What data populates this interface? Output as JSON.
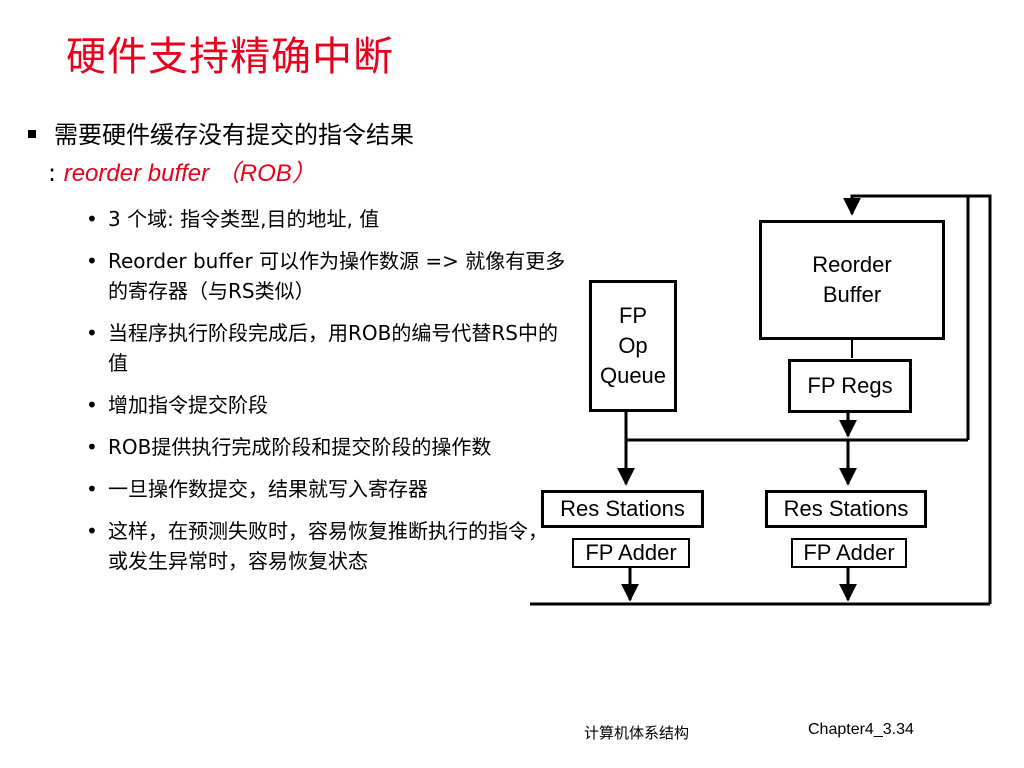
{
  "title": "硬件支持精确中断",
  "main_bullet": {
    "line1": "需要硬件缓存没有提交的指令结果",
    "colon": ": ",
    "rob_term": "reorder buffer （ROB）"
  },
  "sub_bullets": [
    "3 个域: 指令类型,目的地址, 值",
    "Reorder buffer 可以作为操作数源 => 就像有更多的寄存器（与RS类似）",
    "当程序执行阶段完成后，用ROB的编号代替RS中的值",
    "增加指令提交阶段",
    "ROB提供执行完成阶段和提交阶段的操作数",
    "一旦操作数提交，结果就写入寄存器",
    "这样，在预测失败时，容易恢复推断执行的指令，或发生异常时，容易恢复状态"
  ],
  "diagram": {
    "fp_op_queue": [
      "FP",
      "Op",
      "Queue"
    ],
    "reorder_buffer": [
      "Reorder",
      "Buffer"
    ],
    "fp_regs": "FP Regs",
    "res_stations_left": "Res Stations",
    "res_stations_right": "Res Stations",
    "fp_adder_left": "FP Adder",
    "fp_adder_right": "FP Adder"
  },
  "footer": {
    "course": "计算机体系结构",
    "page": "Chapter4_3.34"
  },
  "colors": {
    "title": "#e8001c",
    "accent": "#e8001c"
  }
}
